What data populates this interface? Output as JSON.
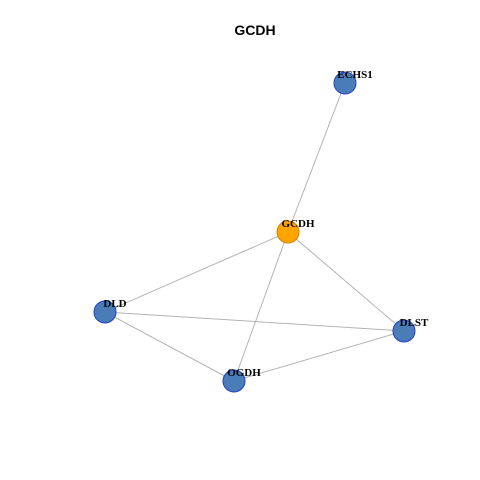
{
  "title": "GCDH",
  "colors": {
    "hub_fill": "#ffa500",
    "hub_stroke": "#e07a00",
    "node_fill": "#4a7db8",
    "node_stroke": "#1f3fcc",
    "edge": "#b3b3b3"
  },
  "nodes": [
    {
      "id": "ECHS1",
      "label": "ECHS1",
      "hub": false
    },
    {
      "id": "GCDH",
      "label": "GCDH",
      "hub": true
    },
    {
      "id": "DLD",
      "label": "DLD",
      "hub": false
    },
    {
      "id": "DLST",
      "label": "DLST",
      "hub": false
    },
    {
      "id": "OGDH",
      "label": "OGDH",
      "hub": false
    }
  ],
  "edges": [
    {
      "source": "ECHS1",
      "target": "GCDH"
    },
    {
      "source": "GCDH",
      "target": "DLD"
    },
    {
      "source": "GCDH",
      "target": "OGDH"
    },
    {
      "source": "GCDH",
      "target": "DLST"
    },
    {
      "source": "DLD",
      "target": "DLST"
    },
    {
      "source": "DLD",
      "target": "OGDH"
    },
    {
      "source": "OGDH",
      "target": "DLST"
    }
  ]
}
